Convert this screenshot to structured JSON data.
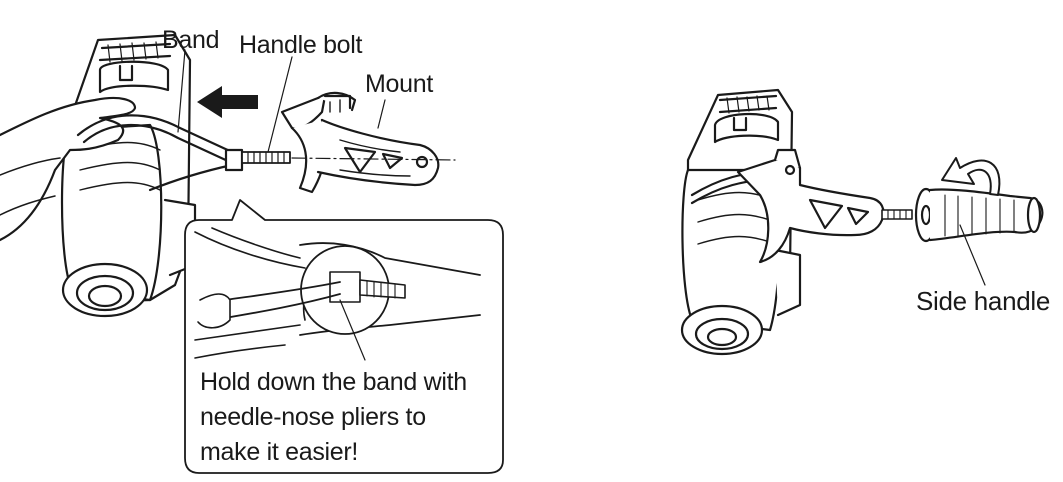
{
  "labels": {
    "band": "Band",
    "handle_bolt": "Handle bolt",
    "mount": "Mount",
    "side_handle": "Side handle"
  },
  "callout": {
    "lines": [
      "Hold down the band with",
      "needle-nose pliers to",
      "make it easier!"
    ]
  },
  "colors": {
    "line": "#1a1a1a",
    "fill": "#ffffff",
    "shade": "#d9d9d9"
  },
  "icons": {
    "direction_arrow": "arrow-left-icon",
    "rotation_arrow": "rotate-counterclockwise-icon"
  }
}
